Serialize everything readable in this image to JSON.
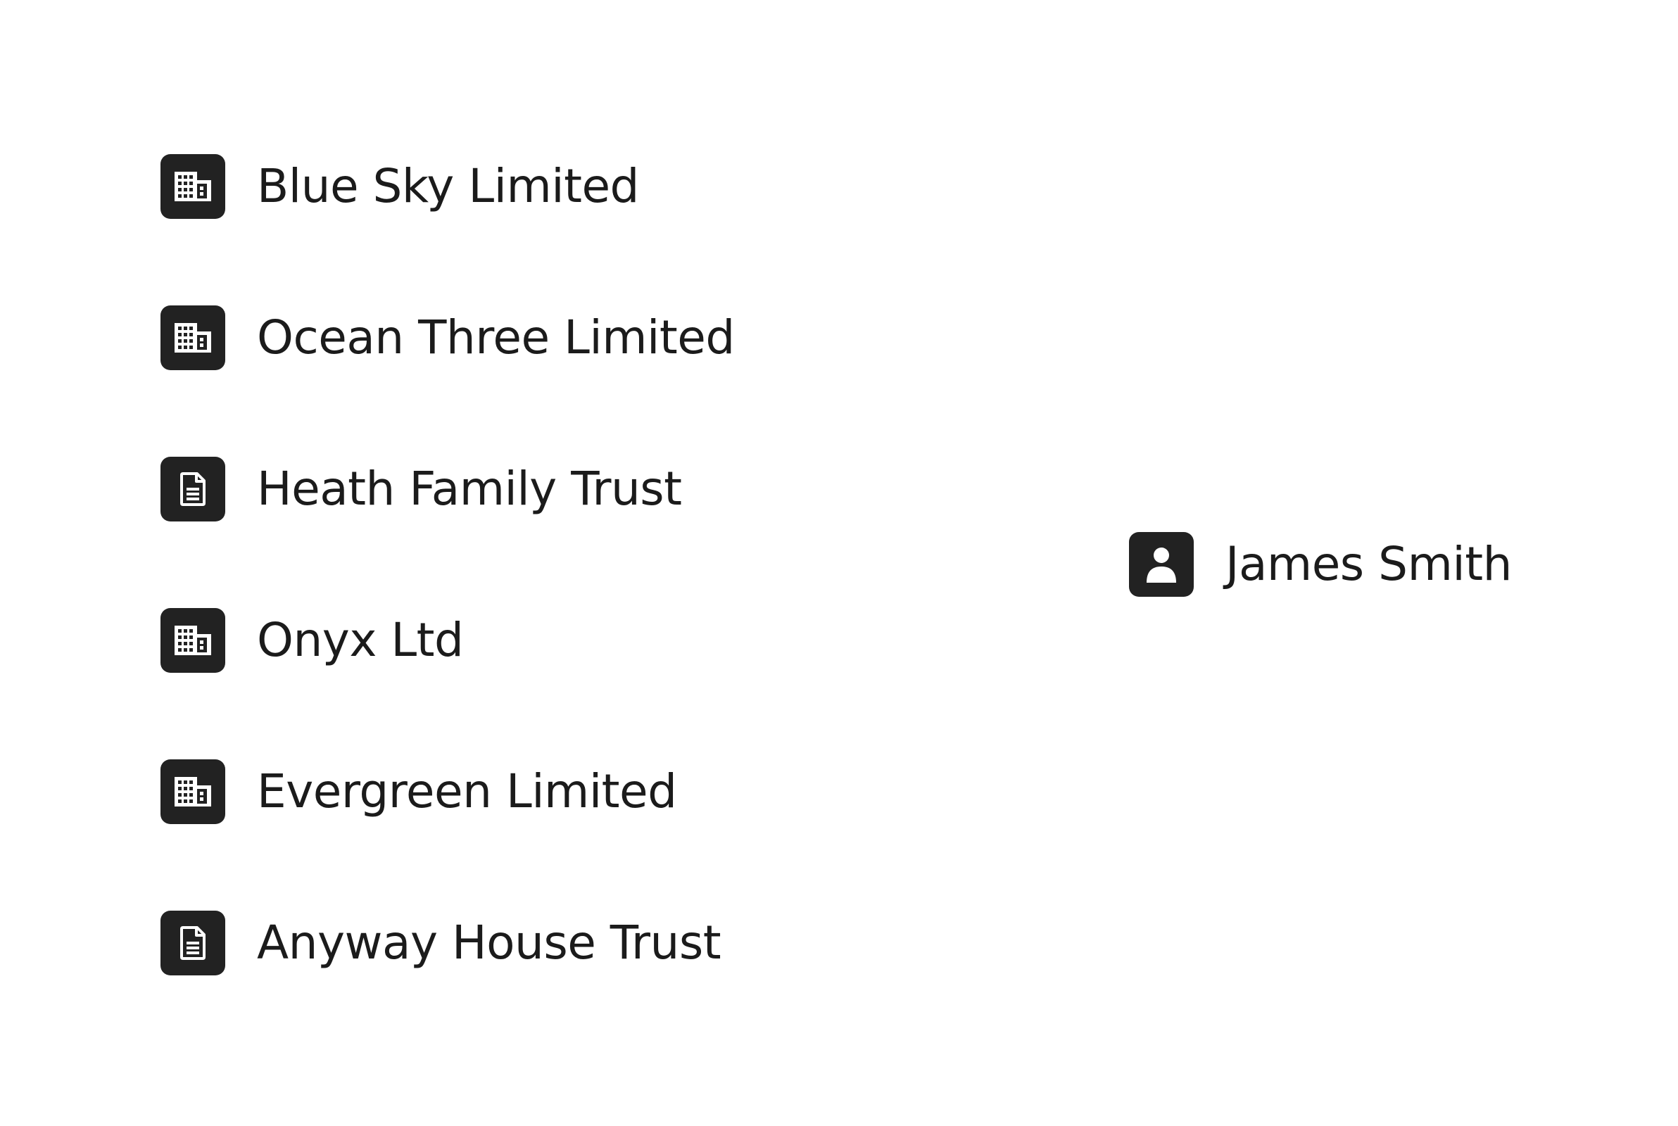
{
  "entities": [
    {
      "name": "Blue Sky Limited",
      "type": "company",
      "icon": "building-icon"
    },
    {
      "name": "Ocean Three Limited",
      "type": "company",
      "icon": "building-icon"
    },
    {
      "name": "Heath Family Trust",
      "type": "trust",
      "icon": "document-icon"
    },
    {
      "name": "Onyx Ltd",
      "type": "company",
      "icon": "building-icon"
    },
    {
      "name": "Evergreen Limited",
      "type": "company",
      "icon": "building-icon"
    },
    {
      "name": "Anyway House Trust",
      "type": "trust",
      "icon": "document-icon"
    }
  ],
  "person": {
    "name": "James Smith",
    "type": "individual",
    "icon": "person-icon"
  },
  "colors": {
    "icon_background": "#222222",
    "icon_foreground": "#ffffff",
    "text": "#1b1b1b",
    "background": "#ffffff"
  }
}
